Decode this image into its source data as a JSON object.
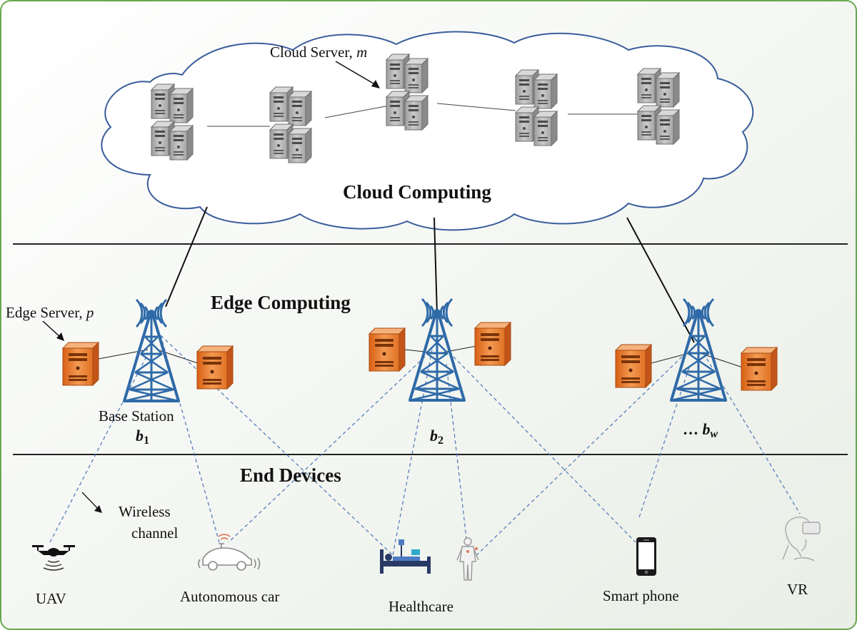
{
  "layers": {
    "cloud_title": "Cloud Computing",
    "edge_title": "Edge Computing",
    "end_title": "End Devices"
  },
  "labels": {
    "cloud_server_prefix": "Cloud Server, ",
    "cloud_server_var": "m",
    "edge_server_prefix": "Edge Server, ",
    "edge_server_var": "p",
    "base_station": "Base Station",
    "wireless_line1": "Wireless",
    "wireless_line2": "channel"
  },
  "base_stations": [
    {
      "prefix": "",
      "var": "b",
      "sub": "1"
    },
    {
      "prefix": "",
      "var": "b",
      "sub": "2"
    },
    {
      "prefix": "… ",
      "var": "b",
      "sub": "w"
    }
  ],
  "devices": [
    "UAV",
    "Autonomous car",
    "Healthcare",
    "Smart phone",
    "VR"
  ],
  "colors": {
    "cloud_outline": "#3a5d9c",
    "link_dashed": "#4a74b8",
    "tower": "#2f6aa8",
    "edge_server": "#e6792b",
    "cloud_server": "#9a9a9a",
    "frame": "#6aa84f"
  },
  "icons": [
    "server-rack-icon",
    "edge-server-icon",
    "tower-icon",
    "drone-icon",
    "car-icon",
    "hospital-bed-icon",
    "human-body-icon",
    "smartphone-icon",
    "vr-headset-icon"
  ]
}
